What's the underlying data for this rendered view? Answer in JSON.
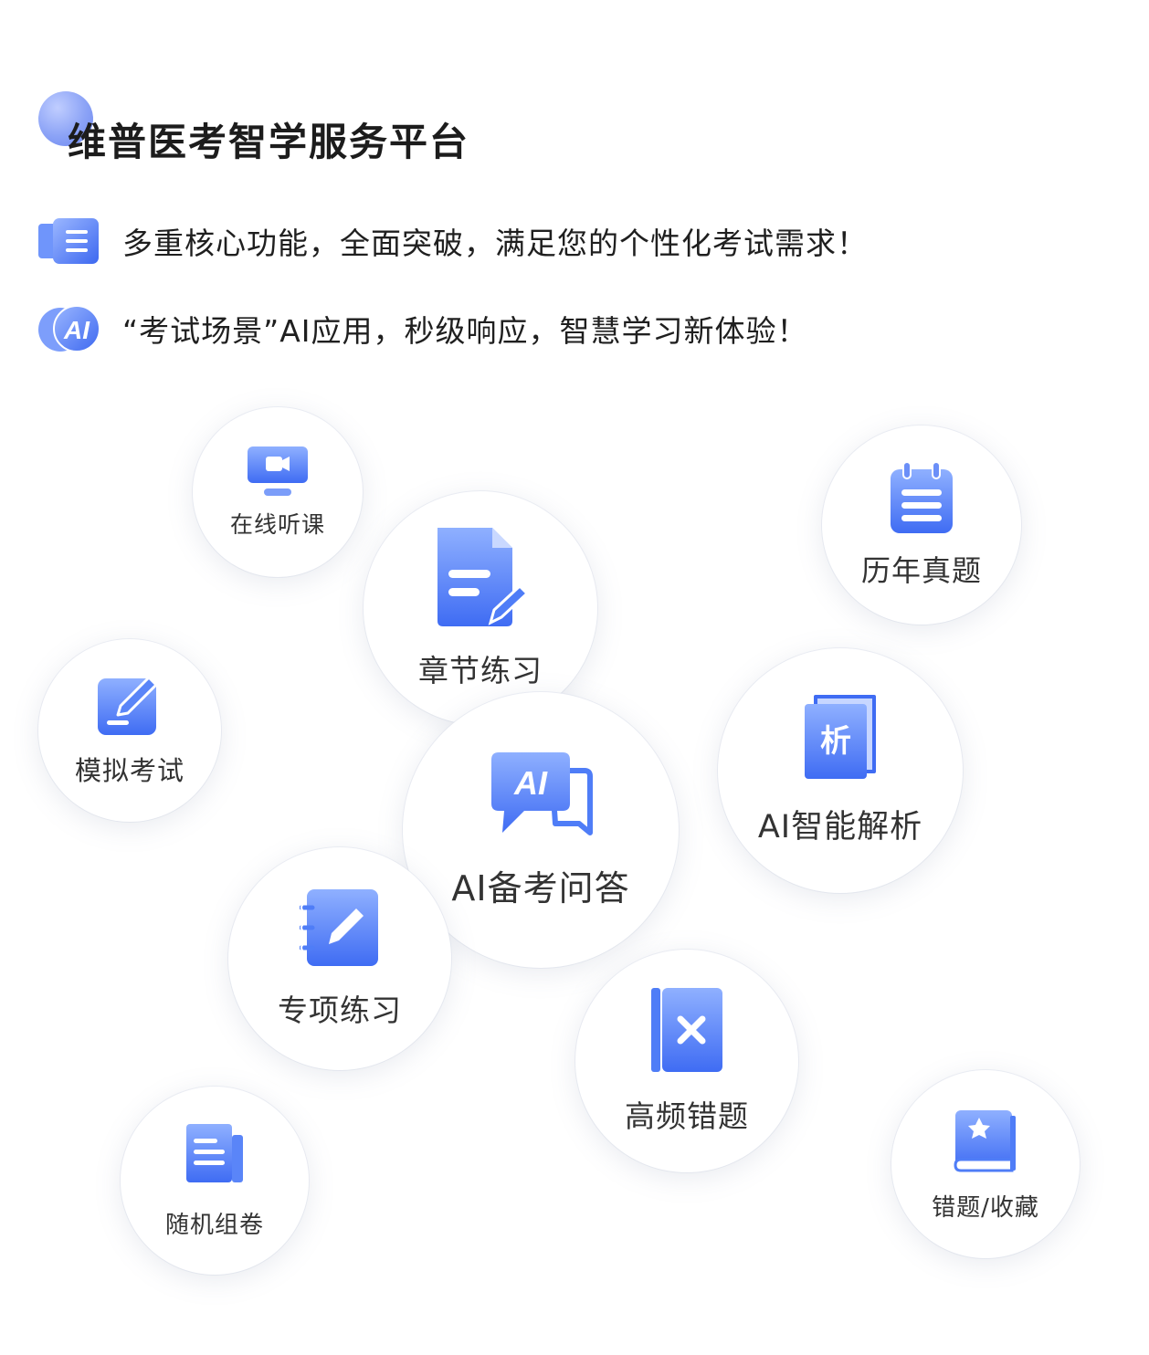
{
  "header": {
    "title": "维普医考智学服务平台"
  },
  "features": [
    {
      "icon": "list-icon",
      "text": "多重核心功能，全面突破，满足您的个性化考试需求！"
    },
    {
      "icon": "ai-icon",
      "text": "“考试场景”AI应用，秒级响应，智慧学习新体验！",
      "icon_text": "AI"
    }
  ],
  "bubbles": {
    "online_course": {
      "label": "在线听课",
      "icon": "video-monitor-icon"
    },
    "chapter_practice": {
      "label": "章节练习",
      "icon": "document-edit-icon"
    },
    "past_exams": {
      "label": "历年真题",
      "icon": "notepad-icon"
    },
    "mock_exam": {
      "label": "模拟考试",
      "icon": "pen-square-icon"
    },
    "ai_qa": {
      "label": "AI备考问答",
      "icon": "ai-chat-icon",
      "icon_text": "AI"
    },
    "ai_analysis": {
      "label": "AI智能解析",
      "icon": "analysis-book-icon",
      "icon_text": "析"
    },
    "special_practice": {
      "label": "专项练习",
      "icon": "notebook-pen-icon"
    },
    "wrong_questions": {
      "label": "高频错题",
      "icon": "book-x-icon"
    },
    "random_paper": {
      "label": "随机组卷",
      "icon": "paper-stack-icon"
    },
    "favorites": {
      "label": "错题/收藏",
      "icon": "star-book-icon"
    }
  },
  "colors": {
    "accent": "#4f7df7",
    "accent_light": "#8fb0ff"
  }
}
